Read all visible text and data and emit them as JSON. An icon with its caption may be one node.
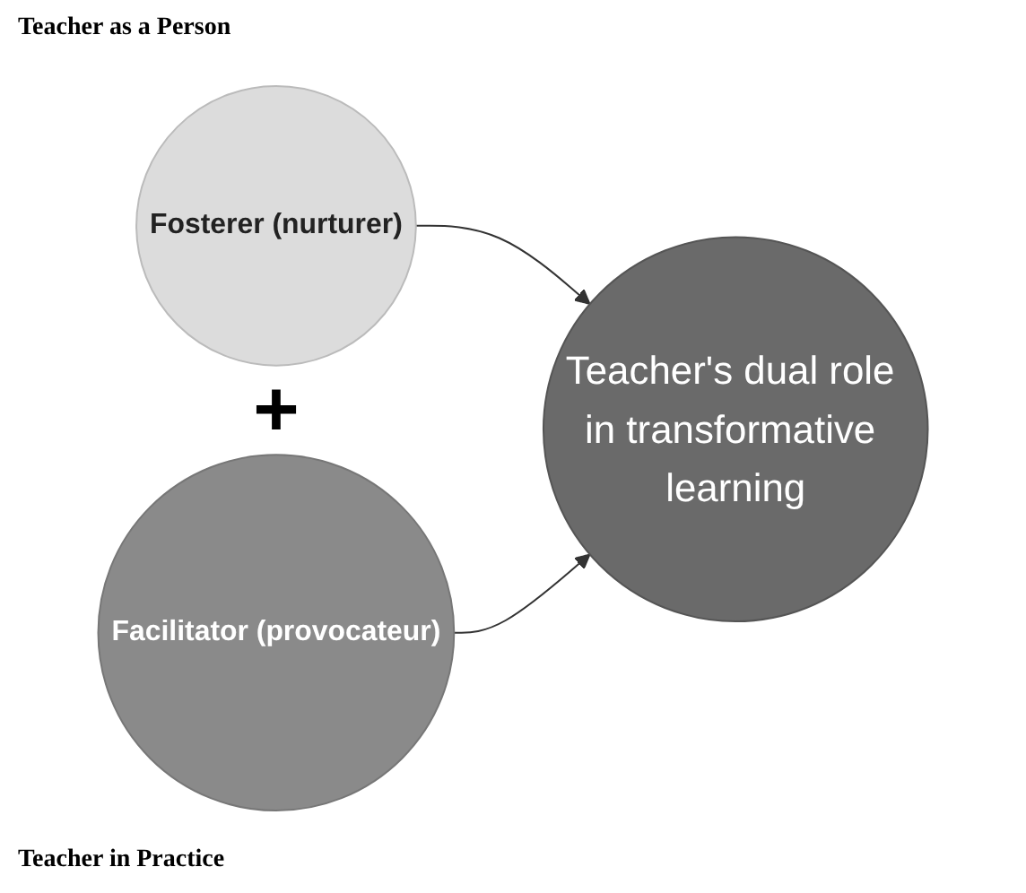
{
  "diagram": {
    "nodes": [
      {
        "text": [
          "Fosterer (nurturer)"
        ]
      },
      {
        "text": [
          "Facilitator (provocateur)"
        ]
      },
      {
        "text": [
          "Teacher's dual role in transformative learning"
        ]
      }
    ],
    "edges": [
      {
        "from": 0,
        "to": 2,
        "arrow": "to"
      },
      {
        "from": 1,
        "to": 2,
        "arrow": "to"
      }
    ],
    "labels": [
      "Teacher as a Person",
      "+",
      "Teacher in Practice"
    ]
  }
}
